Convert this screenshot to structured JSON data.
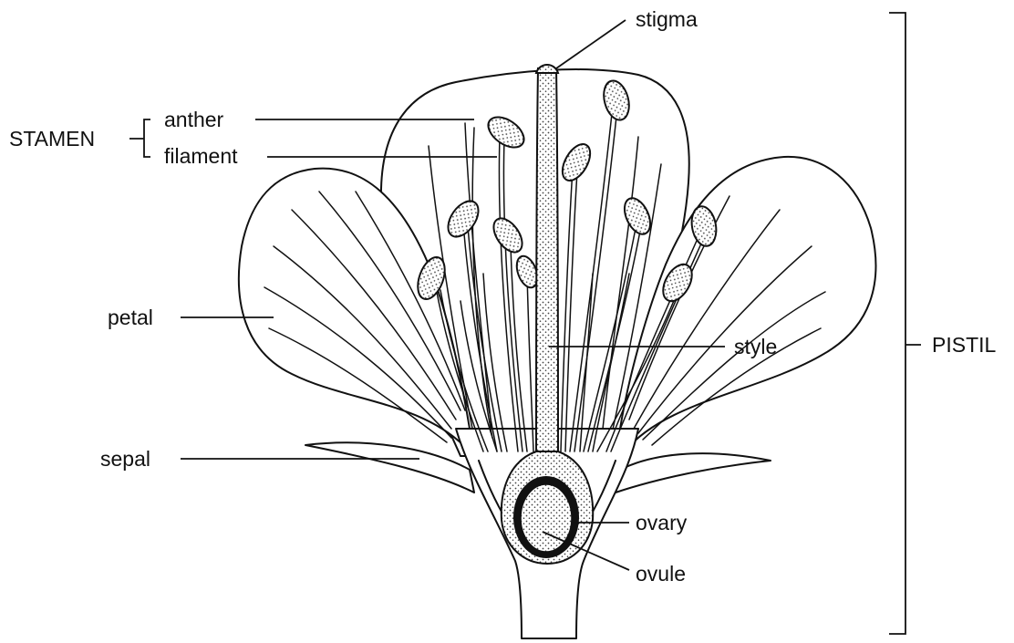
{
  "labels": {
    "stigma": "stigma",
    "anther": "anther",
    "filament": "filament",
    "stamen": "STAMEN",
    "petal": "petal",
    "pistil": "PISTIL",
    "style": "style",
    "sepal": "sepal",
    "ovary": "ovary",
    "ovule": "ovule"
  },
  "colors": {
    "line": "#111111",
    "background": "#ffffff",
    "stipple": "#444444"
  }
}
